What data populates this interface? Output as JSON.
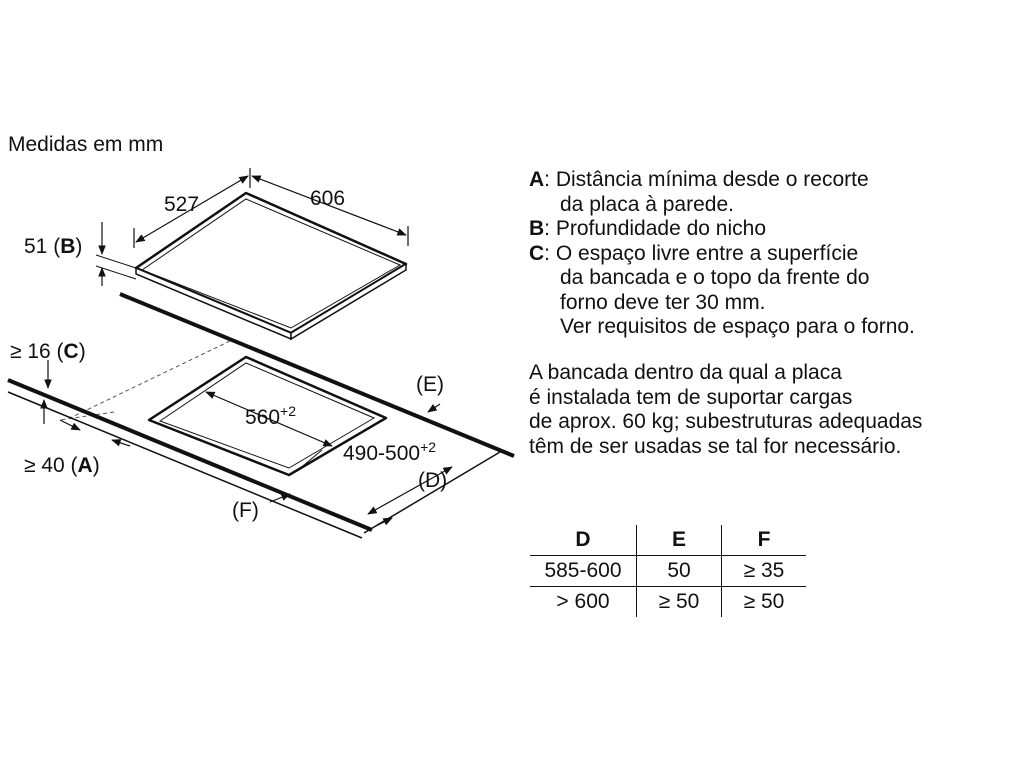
{
  "units_label": "Medidas em mm",
  "diagram": {
    "width": "606",
    "depth": "527",
    "height_b": "51 (",
    "b_letter": "B",
    "close_paren": ")",
    "c_prefix": "≥ 16 (",
    "c_letter": "C",
    "a_prefix": "≥ 40 (",
    "a_letter": "A",
    "cut_width": "560",
    "cut_width_tol": "+2",
    "cut_depth": "490-500",
    "cut_depth_tol": "+2",
    "e_label": "(E)",
    "d_label": "(D)",
    "f_label": "(F)"
  },
  "definitions": [
    {
      "key": "A",
      "lines": [
        "Distância mínima desde o recorte",
        "da placa à parede."
      ]
    },
    {
      "key": "B",
      "lines": [
        "Profundidade do nicho"
      ]
    },
    {
      "key": "C",
      "lines": [
        "O espaço livre entre a superfície",
        "da bancada e o topo da frente do",
        "forno deve ter 30 mm.",
        "Ver requisitos de espaço para o forno."
      ]
    }
  ],
  "note_lines": [
    "A bancada dentro da qual a placa",
    "é instalada tem de suportar cargas",
    "de aprox. 60 kg; subestruturas adequadas",
    "têm de ser usadas se tal for necessário."
  ],
  "table": {
    "headers": [
      "D",
      "E",
      "F"
    ],
    "rows": [
      [
        "585-600",
        "50",
        "≥ 35"
      ],
      [
        "> 600",
        "≥ 50",
        "≥ 50"
      ]
    ]
  }
}
